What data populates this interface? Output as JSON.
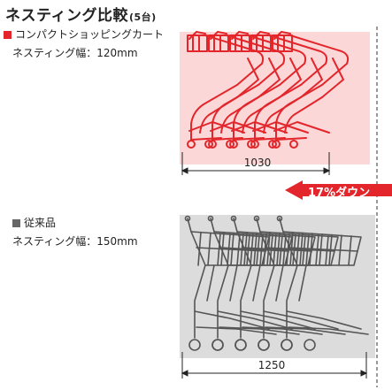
{
  "title": "ネスティング比較",
  "title_count": "(5台)",
  "compact": {
    "label": "コンパクトショッピングカート",
    "nesting_width": "ネスティング幅：120mm",
    "dimension": "1030",
    "color": "#e2262b",
    "bg": "#fcd7d8"
  },
  "conventional": {
    "label": "従来品",
    "nesting_width": "ネスティング幅：150mm",
    "dimension": "1250",
    "color": "#555555",
    "bg": "#dcdcdc"
  },
  "reduction_label": "17%ダウン",
  "accent": "#e2262b"
}
